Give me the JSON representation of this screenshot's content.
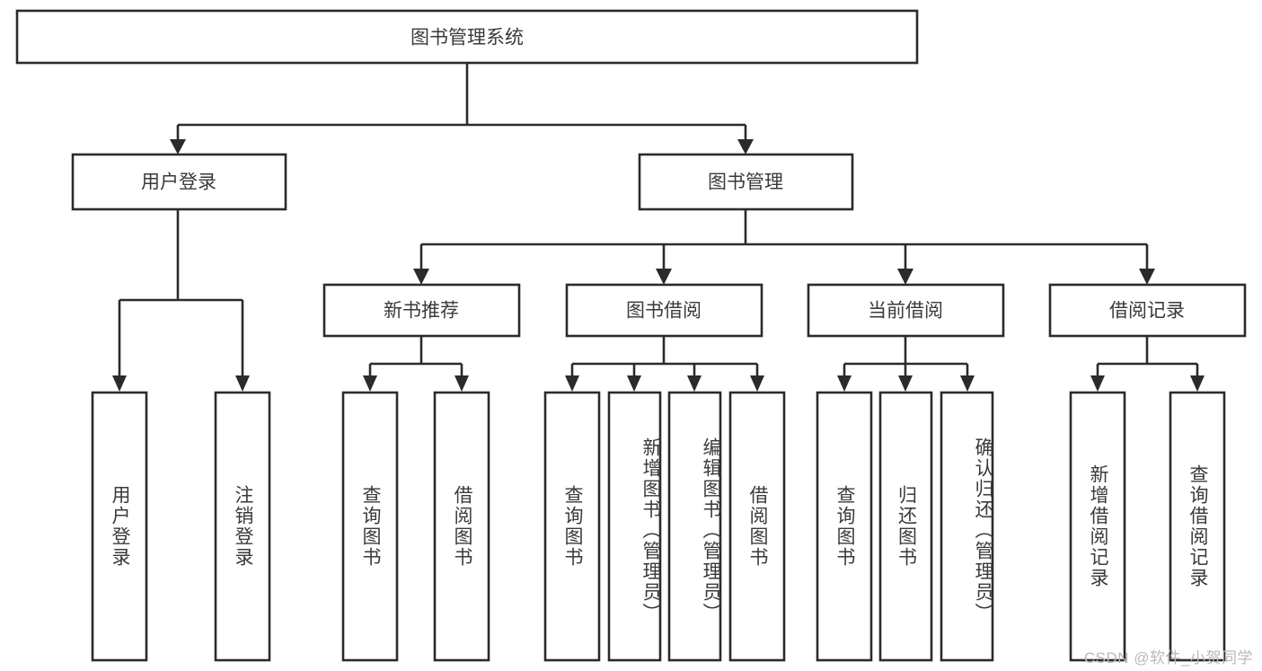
{
  "diagram": {
    "title": "图书管理系统",
    "type": "hierarchy-tree",
    "watermark": "CSDN @软件_小贺同学",
    "colors": {
      "stroke": "#2b2b2b",
      "box_fill": "#ffffff",
      "text": "#3a3a3a",
      "background": "#ffffff",
      "watermark": "#b9b9b9"
    },
    "root": {
      "label": "图书管理系统",
      "orientation": "horizontal"
    },
    "level2": [
      {
        "label": "用户登录",
        "orientation": "horizontal"
      },
      {
        "label": "图书管理",
        "orientation": "horizontal"
      }
    ],
    "level3": [
      {
        "label": "新书推荐",
        "orientation": "horizontal"
      },
      {
        "label": "图书借阅",
        "orientation": "horizontal"
      },
      {
        "label": "当前借阅",
        "orientation": "horizontal"
      },
      {
        "label": "借阅记录",
        "orientation": "horizontal"
      }
    ],
    "leaves": [
      {
        "label": "用户登录",
        "group": "用户登录",
        "orientation": "vertical"
      },
      {
        "label": "注销登录",
        "group": "用户登录",
        "orientation": "vertical"
      },
      {
        "label": "查询图书",
        "group": "新书推荐",
        "orientation": "vertical"
      },
      {
        "label": "借阅图书",
        "group": "新书推荐",
        "orientation": "vertical"
      },
      {
        "label": "查询图书",
        "group": "图书借阅",
        "orientation": "vertical"
      },
      {
        "label": "新增图书（管理员）",
        "group": "图书借阅",
        "orientation": "vertical"
      },
      {
        "label": "编辑图书（管理员）",
        "group": "图书借阅",
        "orientation": "vertical"
      },
      {
        "label": "借阅图书",
        "group": "图书借阅",
        "orientation": "vertical"
      },
      {
        "label": "查询图书",
        "group": "当前借阅",
        "orientation": "vertical"
      },
      {
        "label": "归还图书",
        "group": "当前借阅",
        "orientation": "vertical"
      },
      {
        "label": "确认归还（管理员）",
        "group": "当前借阅",
        "orientation": "vertical"
      },
      {
        "label": "新增借阅记录",
        "group": "借阅记录",
        "orientation": "vertical"
      },
      {
        "label": "查询借阅记录",
        "group": "借阅记录",
        "orientation": "vertical"
      }
    ]
  }
}
